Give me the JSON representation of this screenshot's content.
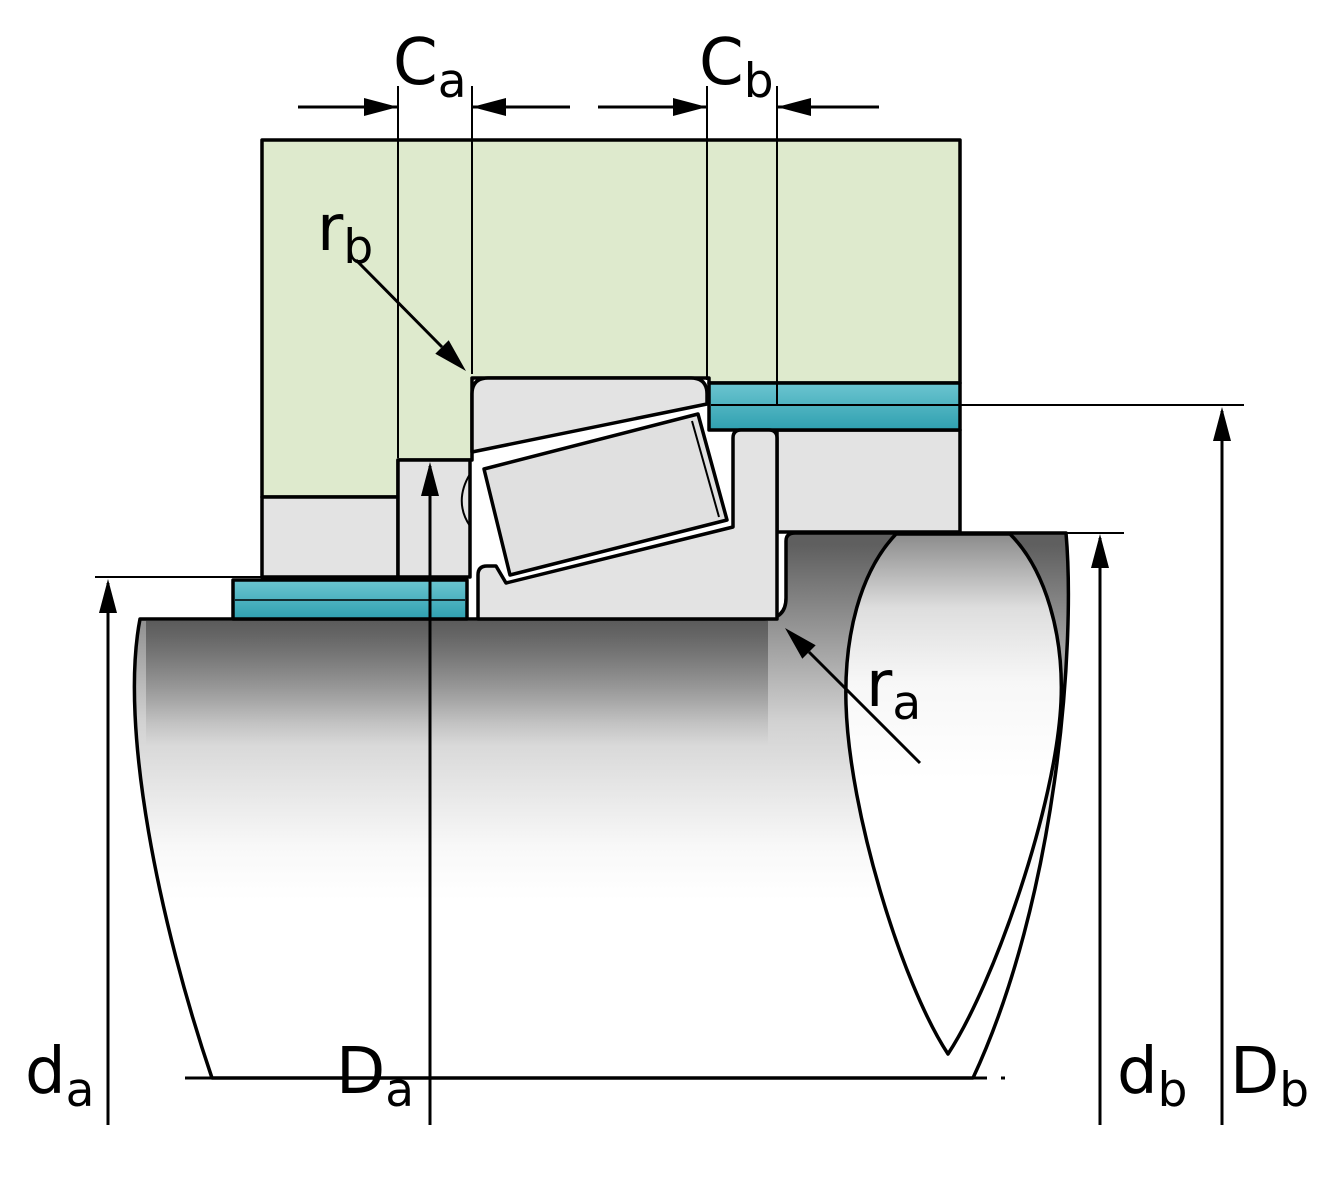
{
  "diagram": {
    "kind": "bearing-shaft-housing-mounting-dimensions-cross-section",
    "labels": {
      "C_a": {
        "base": "C",
        "sub": "a"
      },
      "C_b": {
        "base": "C",
        "sub": "b"
      },
      "r_b": {
        "base": "r",
        "sub": "b"
      },
      "r_a": {
        "base": "r",
        "sub": "a"
      },
      "d_a": {
        "base": "d",
        "sub": "a"
      },
      "D_a": {
        "base": "D",
        "sub": "a"
      },
      "d_b": {
        "base": "d",
        "sub": "b"
      },
      "D_b": {
        "base": "D",
        "sub": "b"
      }
    },
    "colors": {
      "housing_green": "#deeacd",
      "teal_light": "#6cc5d0",
      "teal_dark": "#2fa0b0",
      "part_gray": "#e3e3e3",
      "line_black": "#000000"
    }
  }
}
